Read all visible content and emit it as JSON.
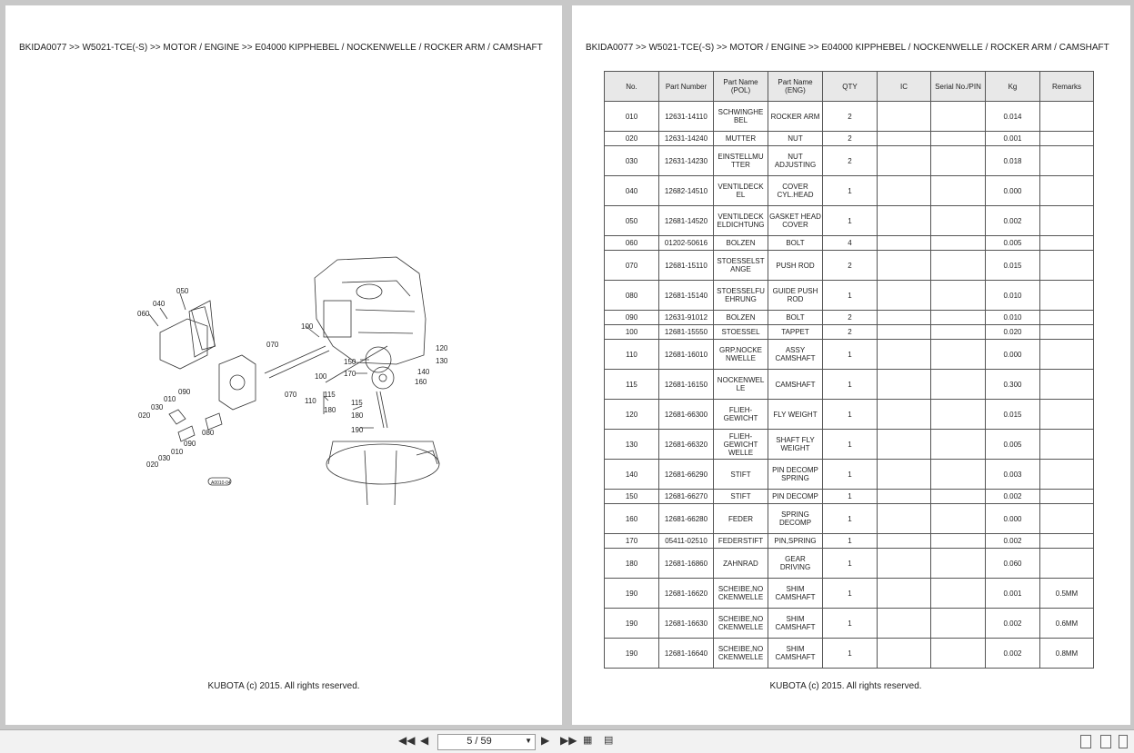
{
  "breadcrumb": "BKIDA0077 >> W5021-TCE(-S) >> MOTOR / ENGINE >> E04000   KIPPHEBEL / NOCKENWELLE / ROCKER ARM / CAMSHAFT",
  "footer": "KUBOTA (c) 2015. All rights reserved.",
  "diagram": {
    "labels": [
      "050",
      "040",
      "060",
      "070",
      "100",
      "150",
      "170",
      "100",
      "070",
      "110",
      "115",
      "180",
      "120",
      "130",
      "140",
      "160",
      "115",
      "180",
      "190",
      "090",
      "010",
      "030",
      "020",
      "080",
      "090",
      "010",
      "030",
      "020"
    ],
    "stamp": "A0010-04"
  },
  "table": {
    "headers": [
      "No.",
      "Part Number",
      "Part Name (POL)",
      "Part Name (ENG)",
      "QTY",
      "IC",
      "Serial No./PIN",
      "Kg",
      "Remarks"
    ],
    "rows": [
      {
        "no": "010",
        "pn": "12631-14110",
        "pol": "SCHWINGHE BEL",
        "eng": "ROCKER ARM",
        "qty": "2",
        "ic": "",
        "serial": "",
        "kg": "0.014",
        "remarks": "",
        "tall": true
      },
      {
        "no": "020",
        "pn": "12631-14240",
        "pol": "MUTTER",
        "eng": "NUT",
        "qty": "2",
        "ic": "",
        "serial": "",
        "kg": "0.001",
        "remarks": "",
        "tall": false
      },
      {
        "no": "030",
        "pn": "12631-14230",
        "pol": "EINSTELLMU TTER",
        "eng": "NUT ADJUSTING",
        "qty": "2",
        "ic": "",
        "serial": "",
        "kg": "0.018",
        "remarks": "",
        "tall": true
      },
      {
        "no": "040",
        "pn": "12682-14510",
        "pol": "VENTILDECK EL",
        "eng": "COVER CYL.HEAD",
        "qty": "1",
        "ic": "",
        "serial": "",
        "kg": "0.000",
        "remarks": "",
        "tall": true
      },
      {
        "no": "050",
        "pn": "12681-14520",
        "pol": "VENTILDECK ELDICHTUNG",
        "eng": "GASKET HEAD COVER",
        "qty": "1",
        "ic": "",
        "serial": "",
        "kg": "0.002",
        "remarks": "",
        "tall": true
      },
      {
        "no": "060",
        "pn": "01202-50616",
        "pol": "BOLZEN",
        "eng": "BOLT",
        "qty": "4",
        "ic": "",
        "serial": "",
        "kg": "0.005",
        "remarks": "",
        "tall": false
      },
      {
        "no": "070",
        "pn": "12681-15110",
        "pol": "STOESSELST ANGE",
        "eng": "PUSH ROD",
        "qty": "2",
        "ic": "",
        "serial": "",
        "kg": "0.015",
        "remarks": "",
        "tall": true
      },
      {
        "no": "080",
        "pn": "12681-15140",
        "pol": "STOESSELFU EHRUNG",
        "eng": "GUIDE PUSH ROD",
        "qty": "1",
        "ic": "",
        "serial": "",
        "kg": "0.010",
        "remarks": "",
        "tall": true
      },
      {
        "no": "090",
        "pn": "12631-91012",
        "pol": "BOLZEN",
        "eng": "BOLT",
        "qty": "2",
        "ic": "",
        "serial": "",
        "kg": "0.010",
        "remarks": "",
        "tall": false
      },
      {
        "no": "100",
        "pn": "12681-15550",
        "pol": "STOESSEL",
        "eng": "TAPPET",
        "qty": "2",
        "ic": "",
        "serial": "",
        "kg": "0.020",
        "remarks": "",
        "tall": false
      },
      {
        "no": "110",
        "pn": "12681-16010",
        "pol": "GRP.NOCKE NWELLE",
        "eng": "ASSY CAMSHAFT",
        "qty": "1",
        "ic": "",
        "serial": "",
        "kg": "0.000",
        "remarks": "",
        "tall": true
      },
      {
        "no": "115",
        "pn": "12681-16150",
        "pol": "NOCKENWEL LE",
        "eng": "CAMSHAFT",
        "qty": "1",
        "ic": "",
        "serial": "",
        "kg": "0.300",
        "remarks": "",
        "tall": true
      },
      {
        "no": "120",
        "pn": "12681-66300",
        "pol": "FLIEH- GEWICHT",
        "eng": "FLY WEIGHT",
        "qty": "1",
        "ic": "",
        "serial": "",
        "kg": "0.015",
        "remarks": "",
        "tall": true
      },
      {
        "no": "130",
        "pn": "12681-66320",
        "pol": "FLIEH- GEWICHT WELLE",
        "eng": "SHAFT FLY WEIGHT",
        "qty": "1",
        "ic": "",
        "serial": "",
        "kg": "0.005",
        "remarks": "",
        "tall": true
      },
      {
        "no": "140",
        "pn": "12681-66290",
        "pol": "STIFT",
        "eng": "PIN DECOMP SPRING",
        "qty": "1",
        "ic": "",
        "serial": "",
        "kg": "0.003",
        "remarks": "",
        "tall": true
      },
      {
        "no": "150",
        "pn": "12681-66270",
        "pol": "STIFT",
        "eng": "PIN DECOMP",
        "qty": "1",
        "ic": "",
        "serial": "",
        "kg": "0.002",
        "remarks": "",
        "tall": false
      },
      {
        "no": "160",
        "pn": "12681-66280",
        "pol": "FEDER",
        "eng": "SPRING DECOMP",
        "qty": "1",
        "ic": "",
        "serial": "",
        "kg": "0.000",
        "remarks": "",
        "tall": true
      },
      {
        "no": "170",
        "pn": "05411-02510",
        "pol": "FEDERSTIFT",
        "eng": "PIN,SPRING",
        "qty": "1",
        "ic": "",
        "serial": "",
        "kg": "0.002",
        "remarks": "",
        "tall": false
      },
      {
        "no": "180",
        "pn": "12681-16860",
        "pol": "ZAHNRAD",
        "eng": "GEAR DRIVING",
        "qty": "1",
        "ic": "",
        "serial": "",
        "kg": "0.060",
        "remarks": "",
        "tall": true
      },
      {
        "no": "190",
        "pn": "12681-16620",
        "pol": "SCHEIBE,NO CKENWELLE",
        "eng": "SHIM CAMSHAFT",
        "qty": "1",
        "ic": "",
        "serial": "",
        "kg": "0.001",
        "remarks": "0.5MM",
        "tall": true
      },
      {
        "no": "190",
        "pn": "12681-16630",
        "pol": "SCHEIBE,NO CKENWELLE",
        "eng": "SHIM CAMSHAFT",
        "qty": "1",
        "ic": "",
        "serial": "",
        "kg": "0.002",
        "remarks": "0.6MM",
        "tall": true
      },
      {
        "no": "190",
        "pn": "12681-16640",
        "pol": "SCHEIBE,NO CKENWELLE",
        "eng": "SHIM CAMSHAFT",
        "qty": "1",
        "ic": "",
        "serial": "",
        "kg": "0.002",
        "remarks": "0.8MM",
        "tall": true
      }
    ]
  },
  "toolbar": {
    "page_value": "5 / 59",
    "first_icon": "first-page-icon",
    "prev_icon": "prev-page-icon",
    "next_icon": "next-page-icon",
    "last_icon": "last-page-icon"
  }
}
